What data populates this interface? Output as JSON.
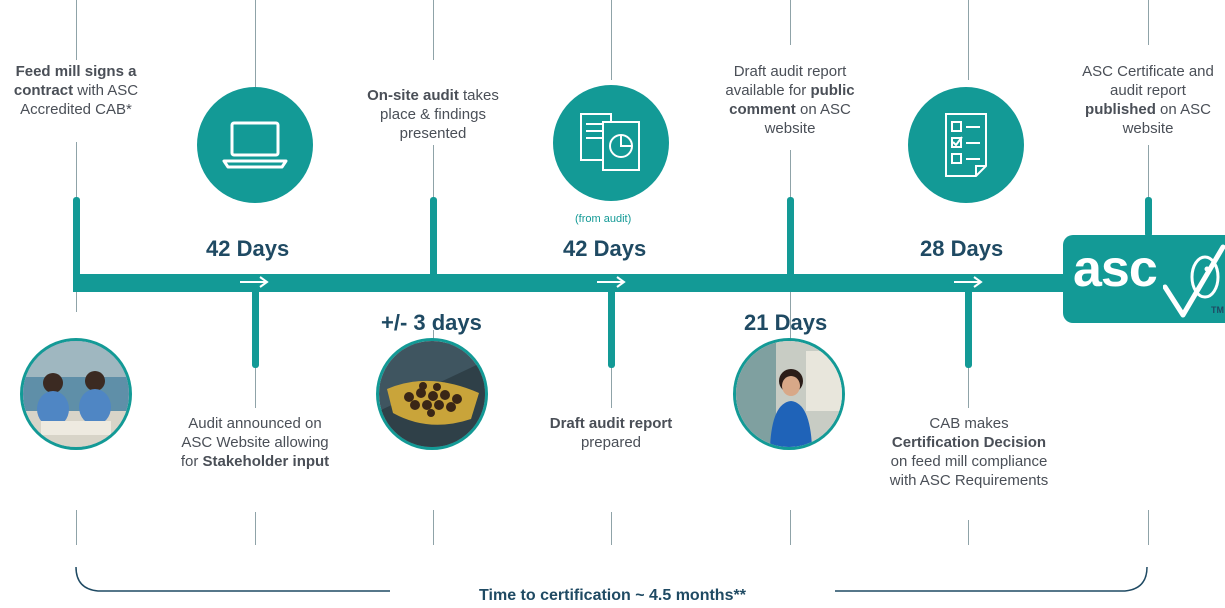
{
  "steps_top": {
    "s1": {
      "pre": "",
      "bold": "Feed mill signs a contract",
      "post": " with ASC Accredited CAB*"
    },
    "s3": {
      "pre": "",
      "bold": "On-site audit",
      "post": " takes place & findings presented"
    },
    "s5": {
      "pre": "Draft audit report available for ",
      "bold": "public comment",
      "post": " on ASC website"
    },
    "s7": {
      "pre": "ASC Certificate and audit report ",
      "bold": "published",
      "post": " on ASC website"
    }
  },
  "steps_bottom": {
    "s2": {
      "pre": "Audit announced on ASC Website allowing for ",
      "bold": "Stakeholder input",
      "post": ""
    },
    "s4": {
      "pre": "",
      "bold": "Draft audit report",
      "post": " prepared"
    },
    "s6": {
      "pre": "CAB makes ",
      "bold": "Certification Decision",
      "post": " on feed mill compliance with ASC Requirements"
    }
  },
  "durations": {
    "d1": "42 Days",
    "d2": "+/- 3 days",
    "d3": "42 Days",
    "d3_note": "(from audit)",
    "d4": "21 Days",
    "d5": "28 Days"
  },
  "logo": {
    "text": "asc",
    "tm": "TM"
  },
  "total": "Time to certification ~ 4.5 months**",
  "colors": {
    "teal": "#139a96",
    "navy": "#1f4a63",
    "text": "#4a4f57"
  },
  "icons": [
    "laptop-icon",
    "documents-chart-icon",
    "checklist-icon"
  ]
}
